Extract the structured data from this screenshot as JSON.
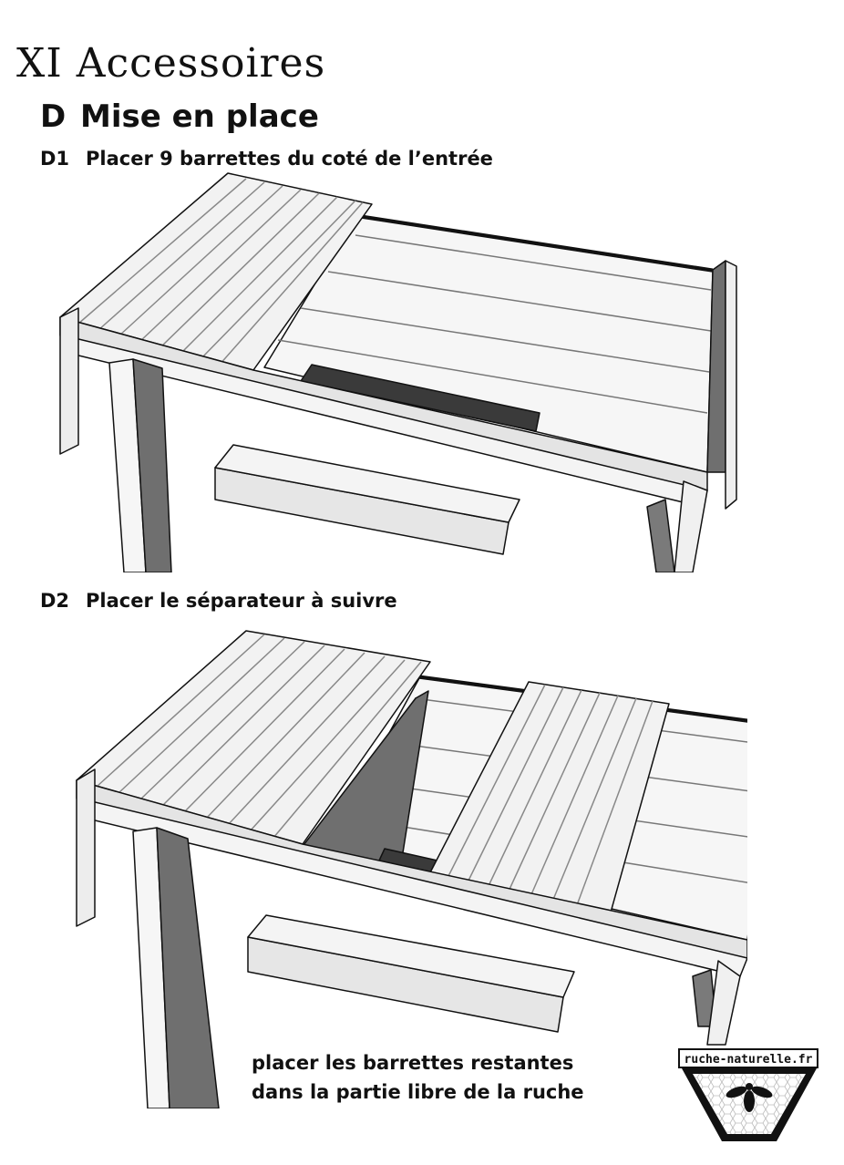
{
  "header": {
    "title": "XI Accessoires",
    "section_letter": "D",
    "section_title": "Mise en place"
  },
  "steps": [
    {
      "code": "D1",
      "text": "Placer 9 barrettes du coté de l’entrée"
    },
    {
      "code": "D2",
      "text": "Placer le séparateur à suivre"
    }
  ],
  "note": {
    "line1": "placer les barrettes restantes",
    "line2": "dans la partie libre de la ruche"
  },
  "logo": {
    "url": "ruche-naturelle.fr",
    "icon": "bee-icon"
  },
  "colors": {
    "line": "#111111",
    "wood_light": "#f3f3f3",
    "wood_mid": "#d9d9d9",
    "wood_dark": "#6f6f6f",
    "mesh": "#3a3a3a"
  }
}
